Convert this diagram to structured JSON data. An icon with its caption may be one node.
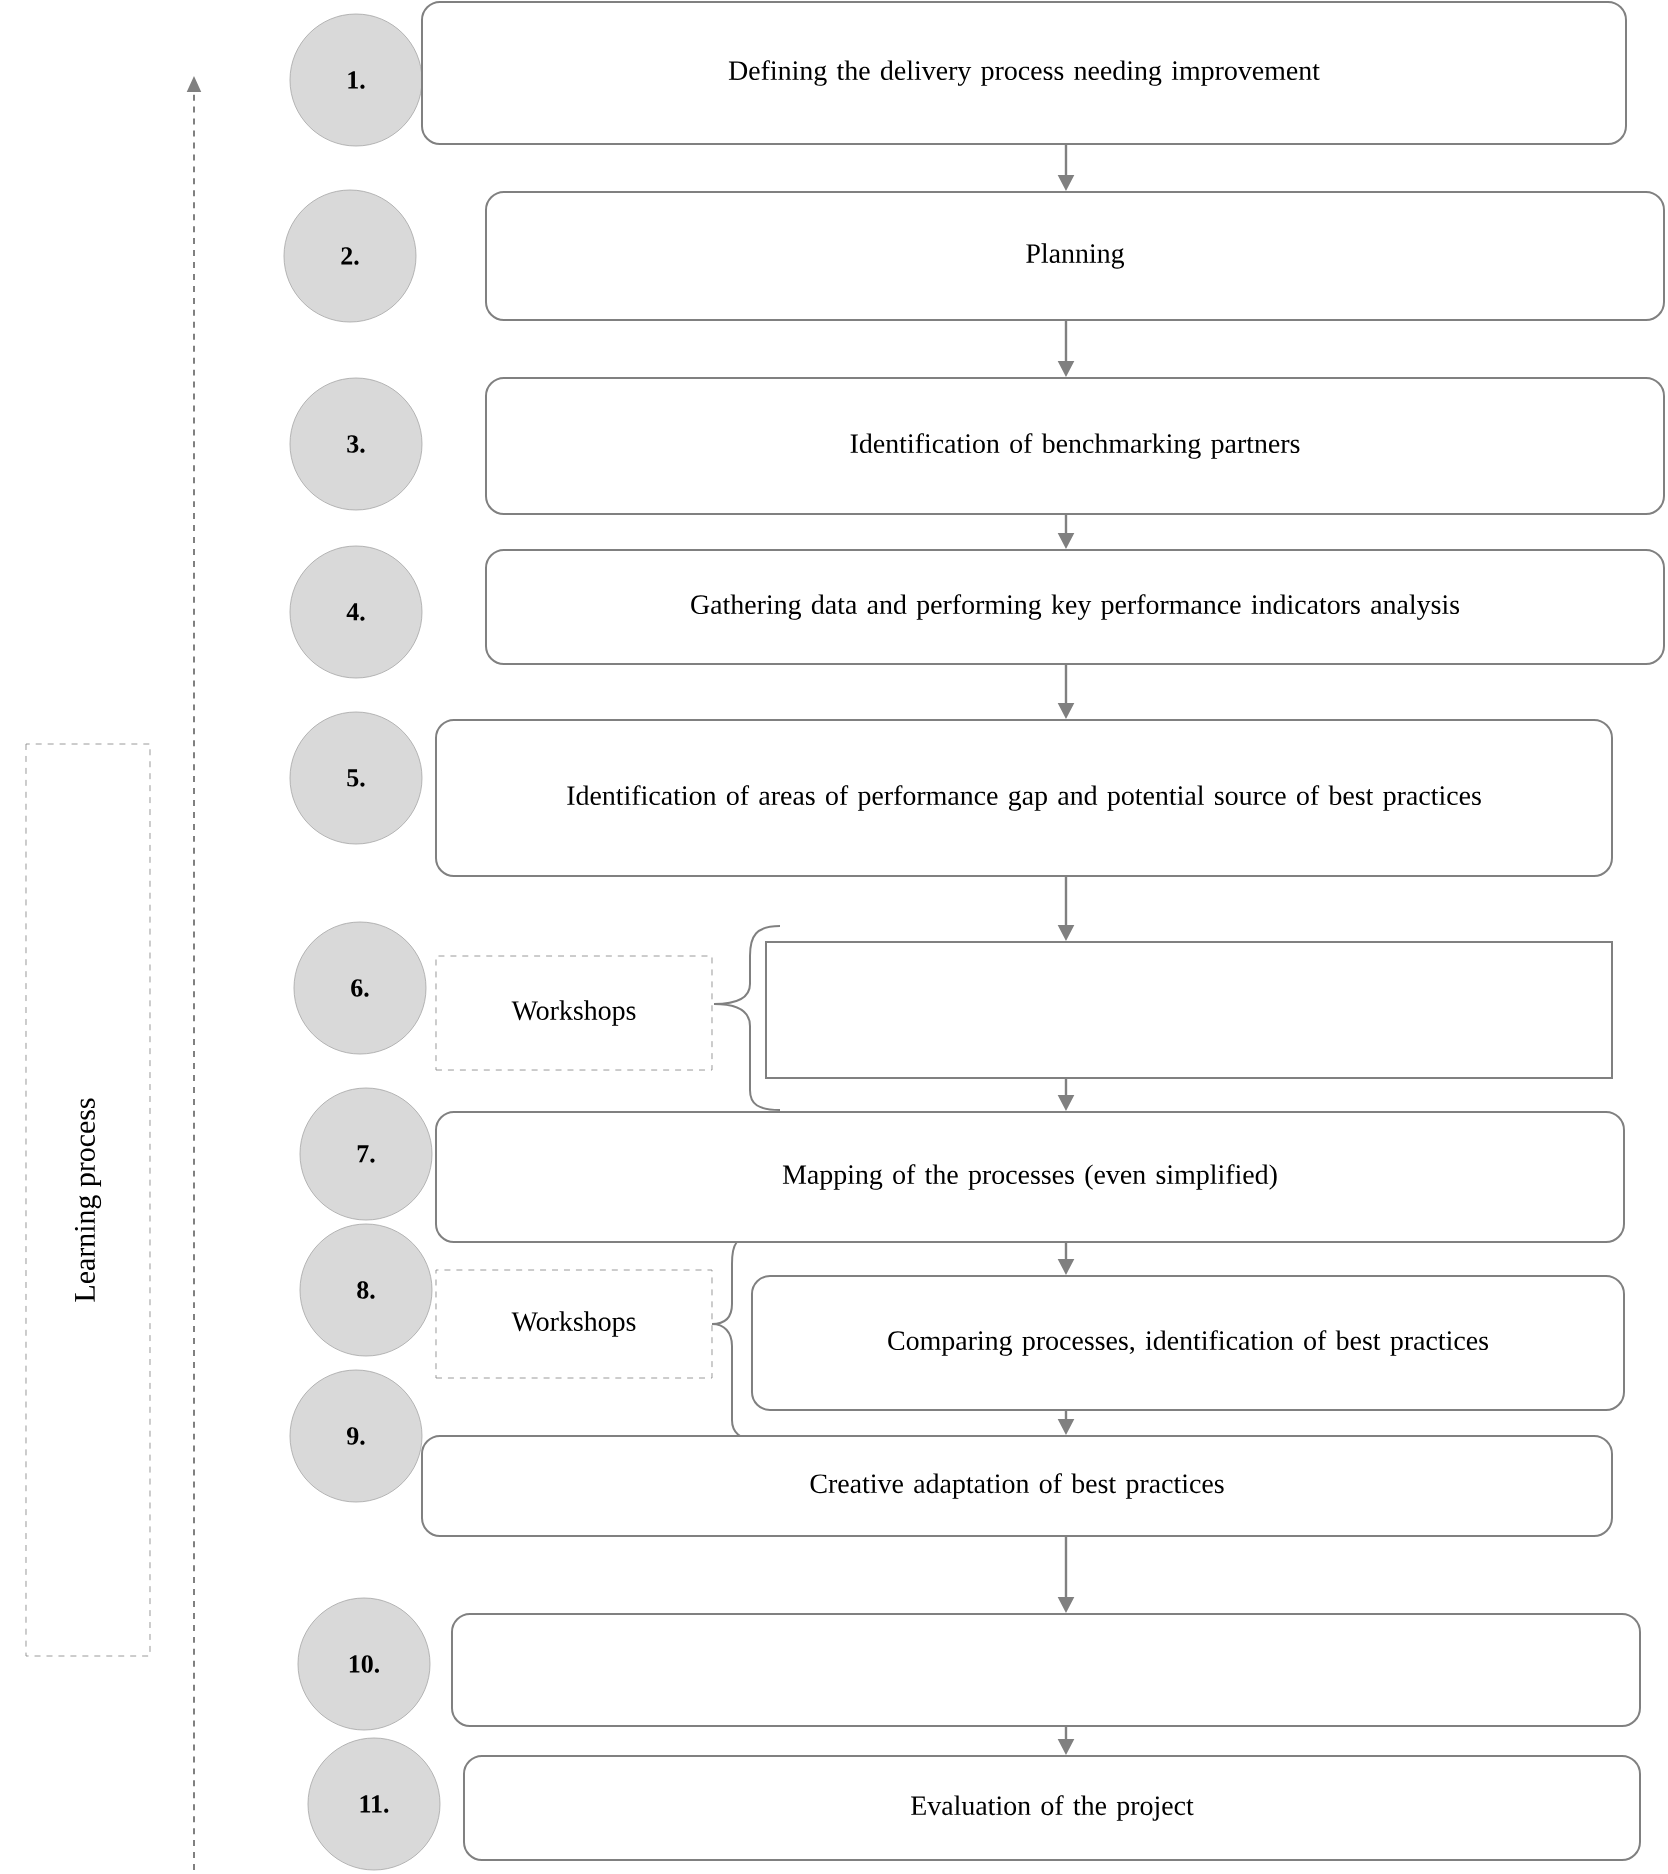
{
  "diagram": {
    "nodes": [
      {
        "text": [
          "1."
        ]
      },
      {
        "text": [
          "Defining the delivery process needing improvement"
        ]
      },
      {
        "text": [
          "2."
        ]
      },
      {
        "text": [
          "Planning"
        ]
      },
      {
        "text": [
          "3."
        ]
      },
      {
        "text": [
          "Identification of benchmarking partners"
        ]
      },
      {
        "text": [
          "4."
        ]
      },
      {
        "text": [
          "Gathering data and performing key performance indicators analysis"
        ]
      },
      {
        "text": [
          "5."
        ]
      },
      {
        "text": [
          "Identification of areas of performance gap and potential source of best practices"
        ]
      },
      {
        "text": [
          "6."
        ]
      },
      {
        "text": [
          "Workshops"
        ]
      },
      {
        "text": [],
        "shape": "box"
      },
      {
        "text": [
          "7."
        ]
      },
      {
        "text": [
          "Mapping of the processes (even simplified)"
        ]
      },
      {
        "text": [
          "8."
        ]
      },
      {
        "text": [
          "Workshops"
        ]
      },
      {
        "text": [
          "Comparing processes, identification of best practices"
        ]
      },
      {
        "text": [
          "9."
        ]
      },
      {
        "text": [
          "Creative adaptation of best practices"
        ]
      },
      {
        "text": [
          "10."
        ]
      },
      {
        "text": [],
        "shape": "box"
      },
      {
        "text": [
          "11."
        ]
      },
      {
        "text": [
          "Evaluation of the project"
        ]
      },
      {
        "text": [
          "Learning process"
        ]
      }
    ],
    "edges": [
      {
        "from": 1,
        "to": 3,
        "arrow": "to"
      },
      {
        "from": 3,
        "to": 5,
        "arrow": "to"
      },
      {
        "from": 5,
        "to": 7,
        "arrow": "to"
      },
      {
        "from": 7,
        "to": 9,
        "arrow": "to"
      },
      {
        "from": 9,
        "to": 12,
        "arrow": "to"
      },
      {
        "from": 12,
        "to": 14,
        "arrow": "to"
      },
      {
        "from": 14,
        "to": 17,
        "arrow": "to"
      },
      {
        "from": 17,
        "to": 19,
        "arrow": "to"
      },
      {
        "from": 19,
        "to": 21,
        "arrow": "to"
      },
      {
        "from": 21,
        "to": 23,
        "arrow": "to"
      }
    ]
  }
}
